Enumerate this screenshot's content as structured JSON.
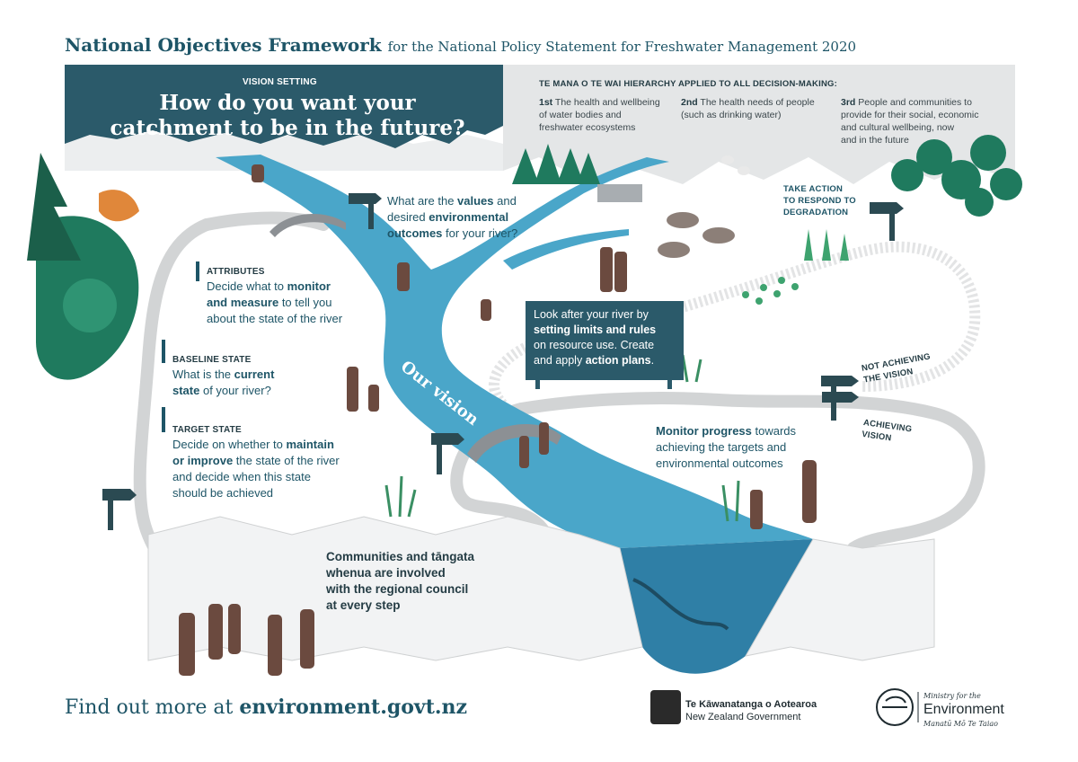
{
  "header": {
    "title": "National Objectives Framework",
    "subtitle": "for the National Policy Statement for Freshwater Management 2020"
  },
  "vision": {
    "tag": "VISION SETTING",
    "question_line1": "How do you want your",
    "question_line2": "catchment to be in the future?"
  },
  "hierarchy": {
    "heading": "TE MANA O TE WAI HIERARCHY APPLIED TO ALL DECISION-MAKING:",
    "items": [
      {
        "rank": "1st",
        "text_line1": "The health and wellbeing",
        "text_line2": "of water bodies and",
        "text_line3": "freshwater ecosystems"
      },
      {
        "rank": "2nd",
        "text_line1": "The health needs of people",
        "text_line2": "(such as drinking water)",
        "text_line3": ""
      },
      {
        "rank": "3rd",
        "text_line1": "People and communities to",
        "text_line2": "provide for their social, economic",
        "text_line3": "and cultural wellbeing, now",
        "text_line4": "and in the future"
      }
    ]
  },
  "values": {
    "line1_pre": "What are the ",
    "line1_bold": "values",
    "line1_post": " and",
    "line2_pre": "desired ",
    "line2_bold": "environmental",
    "line3_bold": "outcomes",
    "line3_post": " for your river?"
  },
  "attributes": {
    "tag": "ATTRIBUTES",
    "line1_pre": "Decide what to ",
    "line1_bold": "monitor",
    "line2_bold": "and measure",
    "line2_post": " to tell you",
    "line3": "about the state of the river"
  },
  "baseline": {
    "tag": "BASELINE STATE",
    "line1_pre": "What is the ",
    "line1_bold": "current",
    "line2_bold": "state",
    "line2_post": " of your river?"
  },
  "target": {
    "tag": "TARGET STATE",
    "line1_pre": "Decide on whether to ",
    "line1_bold": "maintain",
    "line2_bold": "or improve",
    "line2_post": " the state of the river",
    "line3": "and decide when this state",
    "line4": "should be achieved"
  },
  "limits": {
    "line1": "Look after your river by",
    "line2_bold": "setting limits and rules",
    "line3": "on resource use. Create",
    "line4_pre": "and apply ",
    "line4_bold": "action plans",
    "line4_post": "."
  },
  "take_action": {
    "line1": "TAKE ACTION",
    "line2": "TO RESPOND TO",
    "line3": "DEGRADATION"
  },
  "not_achieving": {
    "line1": "NOT ACHIEVING",
    "line2": "THE VISION"
  },
  "achieving": {
    "line1": "ACHIEVING",
    "line2": "VISION"
  },
  "our_vision": "Our vision",
  "monitor": {
    "line1_bold": "Monitor progress",
    "line1_post": " towards",
    "line2": "achieving the targets and",
    "line3": "environmental outcomes"
  },
  "communities": {
    "line1": "Communities and tāngata",
    "line2": "whenua are involved",
    "line3": "with the regional council",
    "line4": "at every step"
  },
  "footer": {
    "find_out": "Find out more at ",
    "url": "environment.govt.nz",
    "govt_line1": "Te Kāwanatanga o Aotearoa",
    "govt_line2": "New Zealand Government",
    "mfe_small": "Ministry for the",
    "mfe_big": "Environment",
    "mfe_maori": "Manatū Mō Te Taiao"
  },
  "colors": {
    "river": "#4aa6c9",
    "river_dark": "#2f7fa6",
    "teal_dark": "#2b5a6a",
    "path_grey": "#d2d4d5",
    "forest": "#1f7a5e",
    "heading_blue": "#1e5567"
  }
}
